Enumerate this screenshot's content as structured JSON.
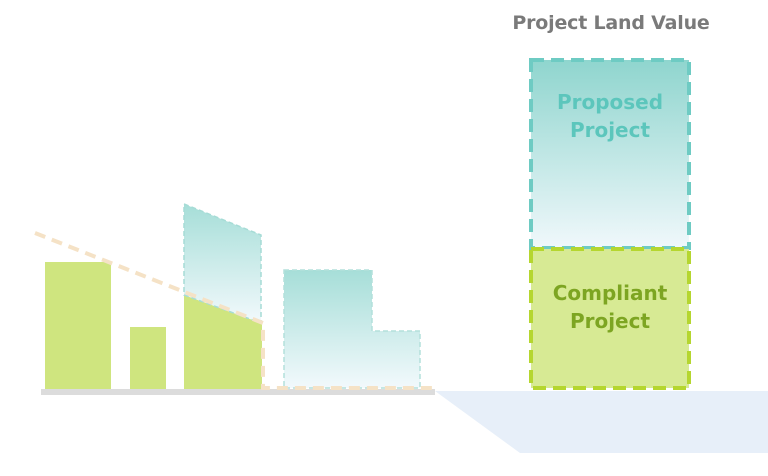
{
  "title": "Project Land Value",
  "boxes": {
    "proposed": {
      "line1": "Proposed",
      "line2": "Project",
      "color": "#6ecbc3"
    },
    "compliant": {
      "line1": "Compliant",
      "line2": "Project",
      "color": "#b5d62f"
    }
  },
  "colors": {
    "building_green": "#cfe57f",
    "proposed_teal_top": "#a9dfda",
    "proposed_teal_bottom": "#eef8fb",
    "envelope_line": "#f5e2c6",
    "ground": "#dcdcdc",
    "shadow": "#e6eef9"
  },
  "scene": {
    "description": "Street section: compliant buildings (green) under a sloped zoning envelope (dashed beige); proposed additions (dashed teal) exceed the envelope"
  }
}
